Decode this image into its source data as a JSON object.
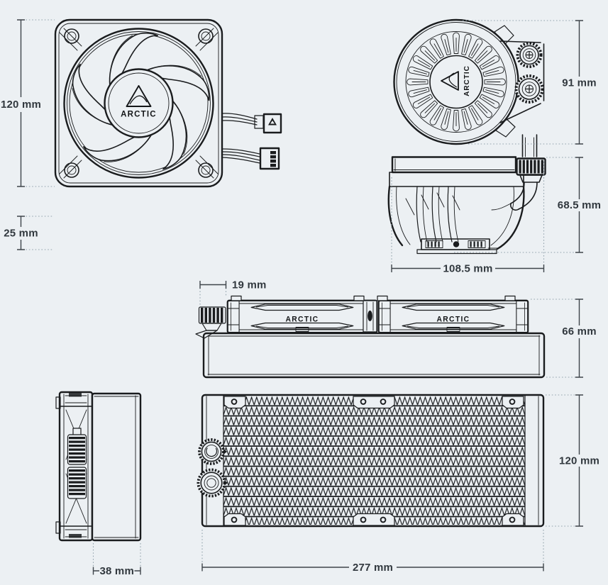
{
  "page": {
    "background": "#ecf0f3"
  },
  "brand": {
    "name": "ARCTIC"
  },
  "colors": {
    "line_art": "#1a1c1e",
    "dimension_line": "#3e444a",
    "leader_dots": "#93a3ad",
    "label_text": "#31383e"
  },
  "dimensions": {
    "fan_front_size": "120 mm",
    "pump_top_height": "91 mm",
    "fan_thickness": "25 mm",
    "pump_height": "68.5 mm",
    "pump_width": "108.5 mm",
    "fitting_protrusion": "19 mm",
    "assembly_height": "66 mm",
    "radiator_width": "277 mm",
    "radiator_height": "120 mm",
    "radiator_thickness": "38 mm"
  }
}
